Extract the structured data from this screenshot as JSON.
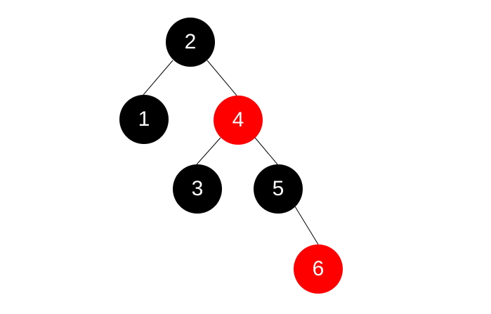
{
  "colors": {
    "black": "#000000",
    "red": "#ff0000",
    "edge": "#000000"
  },
  "tree": {
    "nodes": [
      {
        "id": "2",
        "label": "2",
        "color": "black"
      },
      {
        "id": "1",
        "label": "1",
        "color": "black"
      },
      {
        "id": "4",
        "label": "4",
        "color": "red"
      },
      {
        "id": "3",
        "label": "3",
        "color": "black"
      },
      {
        "id": "5",
        "label": "5",
        "color": "black"
      },
      {
        "id": "6",
        "label": "6",
        "color": "red"
      }
    ],
    "edges": [
      {
        "from": "2",
        "to": "1"
      },
      {
        "from": "2",
        "to": "4"
      },
      {
        "from": "4",
        "to": "3"
      },
      {
        "from": "4",
        "to": "5"
      },
      {
        "from": "5",
        "to": "6"
      }
    ]
  }
}
